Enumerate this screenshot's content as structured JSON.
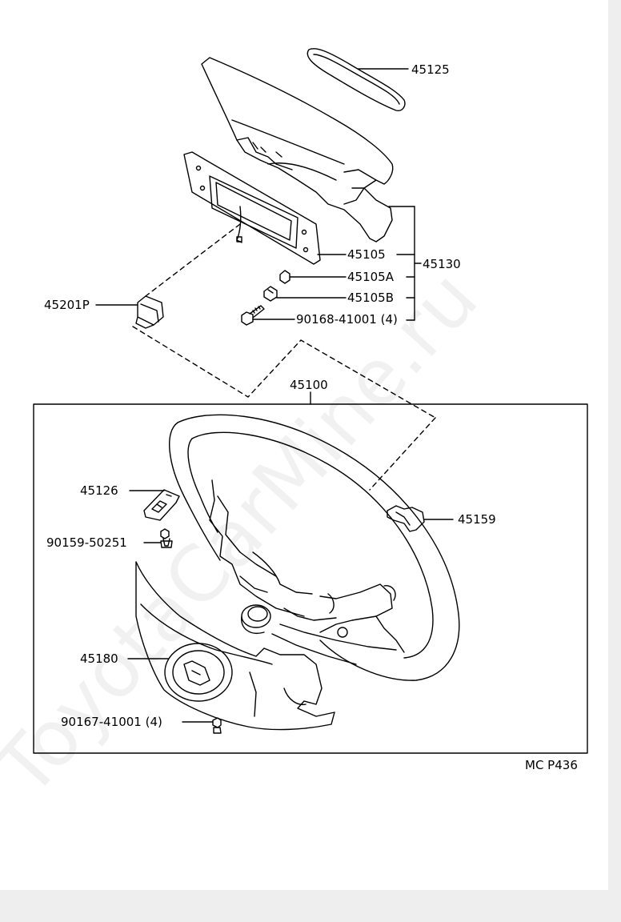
{
  "watermark": "ToyotaCarMine.ru",
  "diagram_code": "MC P436",
  "parts": {
    "p45125": "45125",
    "p45105": "45105",
    "p45130": "45130",
    "p45105A": "45105A",
    "p45105B": "45105B",
    "p90168": "90168-41001 (4)",
    "p45201P": "45201P",
    "p45100": "45100",
    "p45126": "45126",
    "p90159": "90159-50251",
    "p45159": "45159",
    "p45180": "45180",
    "p90167": "90167-41001 (4)"
  }
}
